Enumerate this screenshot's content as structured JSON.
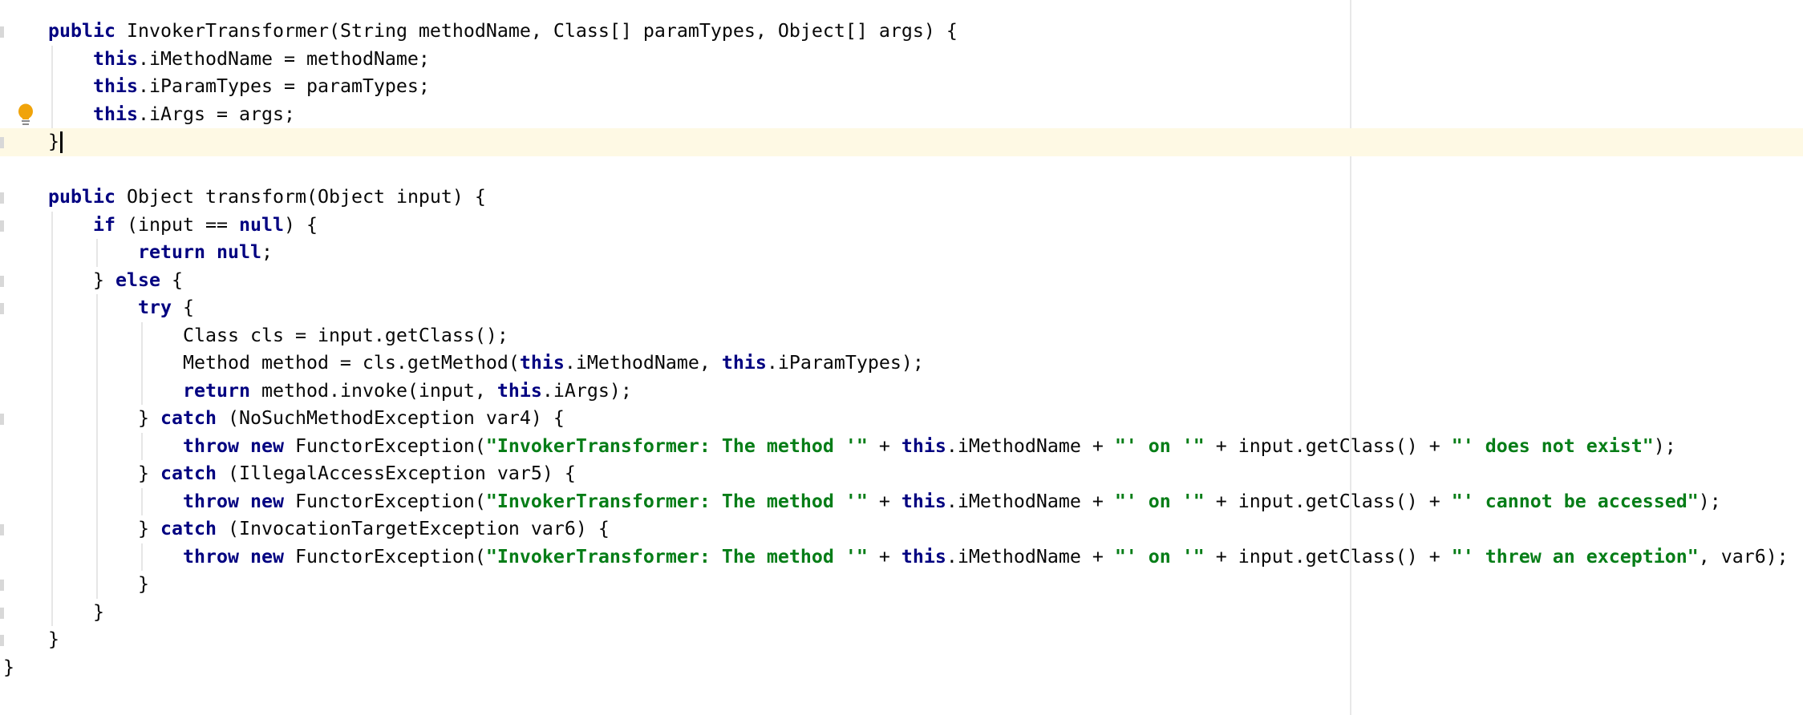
{
  "editor": {
    "language": "Java",
    "colors": {
      "keyword": "#000080",
      "string": "#067d17",
      "text": "#080808",
      "current_line": "#fef9e4",
      "intention_bulb": "#f0a30a"
    },
    "caret": {
      "line": 5,
      "column": 5
    },
    "intention_bulb_line": 4,
    "lines": [
      {
        "indent": 4,
        "fold": true,
        "tokens": [
          [
            "kw",
            "public"
          ],
          [
            "plain",
            " InvokerTransformer(String methodName, Class[] paramTypes, Object[] args) {"
          ]
        ]
      },
      {
        "indent": 8,
        "fold": false,
        "tokens": [
          [
            "kw",
            "this"
          ],
          [
            "plain",
            ".iMethodName = methodName;"
          ]
        ]
      },
      {
        "indent": 8,
        "fold": false,
        "tokens": [
          [
            "kw",
            "this"
          ],
          [
            "plain",
            ".iParamTypes = paramTypes;"
          ]
        ]
      },
      {
        "indent": 8,
        "fold": false,
        "tokens": [
          [
            "kw",
            "this"
          ],
          [
            "plain",
            ".iArgs = args;"
          ]
        ]
      },
      {
        "indent": 4,
        "fold": true,
        "tokens": [
          [
            "plain",
            "}"
          ]
        ]
      },
      {
        "indent": 0,
        "fold": false,
        "tokens": []
      },
      {
        "indent": 4,
        "fold": true,
        "tokens": [
          [
            "kw",
            "public"
          ],
          [
            "plain",
            " Object transform(Object input) {"
          ]
        ]
      },
      {
        "indent": 8,
        "fold": true,
        "tokens": [
          [
            "kw",
            "if"
          ],
          [
            "plain",
            " (input == "
          ],
          [
            "kw",
            "null"
          ],
          [
            "plain",
            ") {"
          ]
        ]
      },
      {
        "indent": 12,
        "fold": false,
        "tokens": [
          [
            "kw",
            "return null"
          ],
          [
            "plain",
            ";"
          ]
        ]
      },
      {
        "indent": 8,
        "fold": true,
        "tokens": [
          [
            "plain",
            "} "
          ],
          [
            "kw",
            "else"
          ],
          [
            "plain",
            " {"
          ]
        ]
      },
      {
        "indent": 12,
        "fold": true,
        "tokens": [
          [
            "kw",
            "try"
          ],
          [
            "plain",
            " {"
          ]
        ]
      },
      {
        "indent": 16,
        "fold": false,
        "tokens": [
          [
            "plain",
            "Class cls = input.getClass();"
          ]
        ]
      },
      {
        "indent": 16,
        "fold": false,
        "tokens": [
          [
            "plain",
            "Method method = cls.getMethod("
          ],
          [
            "kw",
            "this"
          ],
          [
            "plain",
            ".iMethodName, "
          ],
          [
            "kw",
            "this"
          ],
          [
            "plain",
            ".iParamTypes);"
          ]
        ]
      },
      {
        "indent": 16,
        "fold": false,
        "tokens": [
          [
            "kw",
            "return"
          ],
          [
            "plain",
            " method.invoke(input, "
          ],
          [
            "kw",
            "this"
          ],
          [
            "plain",
            ".iArgs);"
          ]
        ]
      },
      {
        "indent": 12,
        "fold": true,
        "tokens": [
          [
            "plain",
            "} "
          ],
          [
            "kw",
            "catch"
          ],
          [
            "plain",
            " (NoSuchMethodException var4) {"
          ]
        ]
      },
      {
        "indent": 16,
        "fold": false,
        "tokens": [
          [
            "kw",
            "throw new"
          ],
          [
            "plain",
            " FunctorException("
          ],
          [
            "str",
            "\"InvokerTransformer: The method '\""
          ],
          [
            "plain",
            " + "
          ],
          [
            "kw",
            "this"
          ],
          [
            "plain",
            ".iMethodName + "
          ],
          [
            "str",
            "\"' on '\""
          ],
          [
            "plain",
            " + input.getClass() + "
          ],
          [
            "str",
            "\"' does not exist\""
          ],
          [
            "plain",
            ");"
          ]
        ]
      },
      {
        "indent": 12,
        "fold": false,
        "tokens": [
          [
            "plain",
            "} "
          ],
          [
            "kw",
            "catch"
          ],
          [
            "plain",
            " (IllegalAccessException var5) {"
          ]
        ]
      },
      {
        "indent": 16,
        "fold": false,
        "tokens": [
          [
            "kw",
            "throw new"
          ],
          [
            "plain",
            " FunctorException("
          ],
          [
            "str",
            "\"InvokerTransformer: The method '\""
          ],
          [
            "plain",
            " + "
          ],
          [
            "kw",
            "this"
          ],
          [
            "plain",
            ".iMethodName + "
          ],
          [
            "str",
            "\"' on '\""
          ],
          [
            "plain",
            " + input.getClass() + "
          ],
          [
            "str",
            "\"' cannot be accessed\""
          ],
          [
            "plain",
            ");"
          ]
        ]
      },
      {
        "indent": 12,
        "fold": true,
        "tokens": [
          [
            "plain",
            "} "
          ],
          [
            "kw",
            "catch"
          ],
          [
            "plain",
            " (InvocationTargetException var6) {"
          ]
        ]
      },
      {
        "indent": 16,
        "fold": false,
        "tokens": [
          [
            "kw",
            "throw new"
          ],
          [
            "plain",
            " FunctorException("
          ],
          [
            "str",
            "\"InvokerTransformer: The method '\""
          ],
          [
            "plain",
            " + "
          ],
          [
            "kw",
            "this"
          ],
          [
            "plain",
            ".iMethodName + "
          ],
          [
            "str",
            "\"' on '\""
          ],
          [
            "plain",
            " + input.getClass() + "
          ],
          [
            "str",
            "\"' threw an exception\""
          ],
          [
            "plain",
            ", var6);"
          ]
        ]
      },
      {
        "indent": 12,
        "fold": true,
        "tokens": [
          [
            "plain",
            "}"
          ]
        ]
      },
      {
        "indent": 8,
        "fold": true,
        "tokens": [
          [
            "plain",
            "}"
          ]
        ]
      },
      {
        "indent": 4,
        "fold": true,
        "tokens": [
          [
            "plain",
            "}"
          ]
        ]
      },
      {
        "indent": 0,
        "fold": false,
        "tokens": [
          [
            "plain",
            "}"
          ]
        ]
      }
    ]
  }
}
